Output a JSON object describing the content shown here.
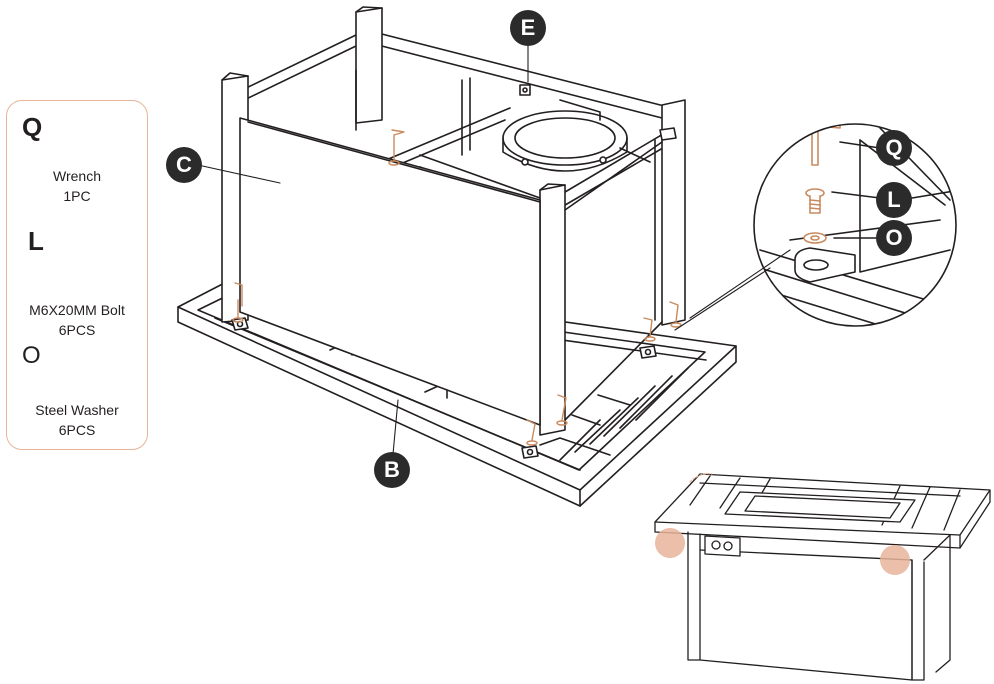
{
  "parts": [
    {
      "letter": "Q",
      "name": "Wrench",
      "qty": "1PC",
      "icon": "wrench-icon"
    },
    {
      "letter": "L",
      "name": "M6X20MM Bolt",
      "qty": "6PCS",
      "icon": "bolt-icon"
    },
    {
      "letter": "O",
      "name": "Steel Washer",
      "qty": "6PCS",
      "icon": "washer-icon"
    }
  ],
  "callouts": {
    "e": "E",
    "c": "C",
    "b": "B",
    "q": "Q",
    "l": "L",
    "o": "O"
  },
  "colors": {
    "line": "#231f20",
    "accent": "#c98a5e",
    "highlight": "#e8b49a",
    "badge": "#2b2b2b"
  }
}
